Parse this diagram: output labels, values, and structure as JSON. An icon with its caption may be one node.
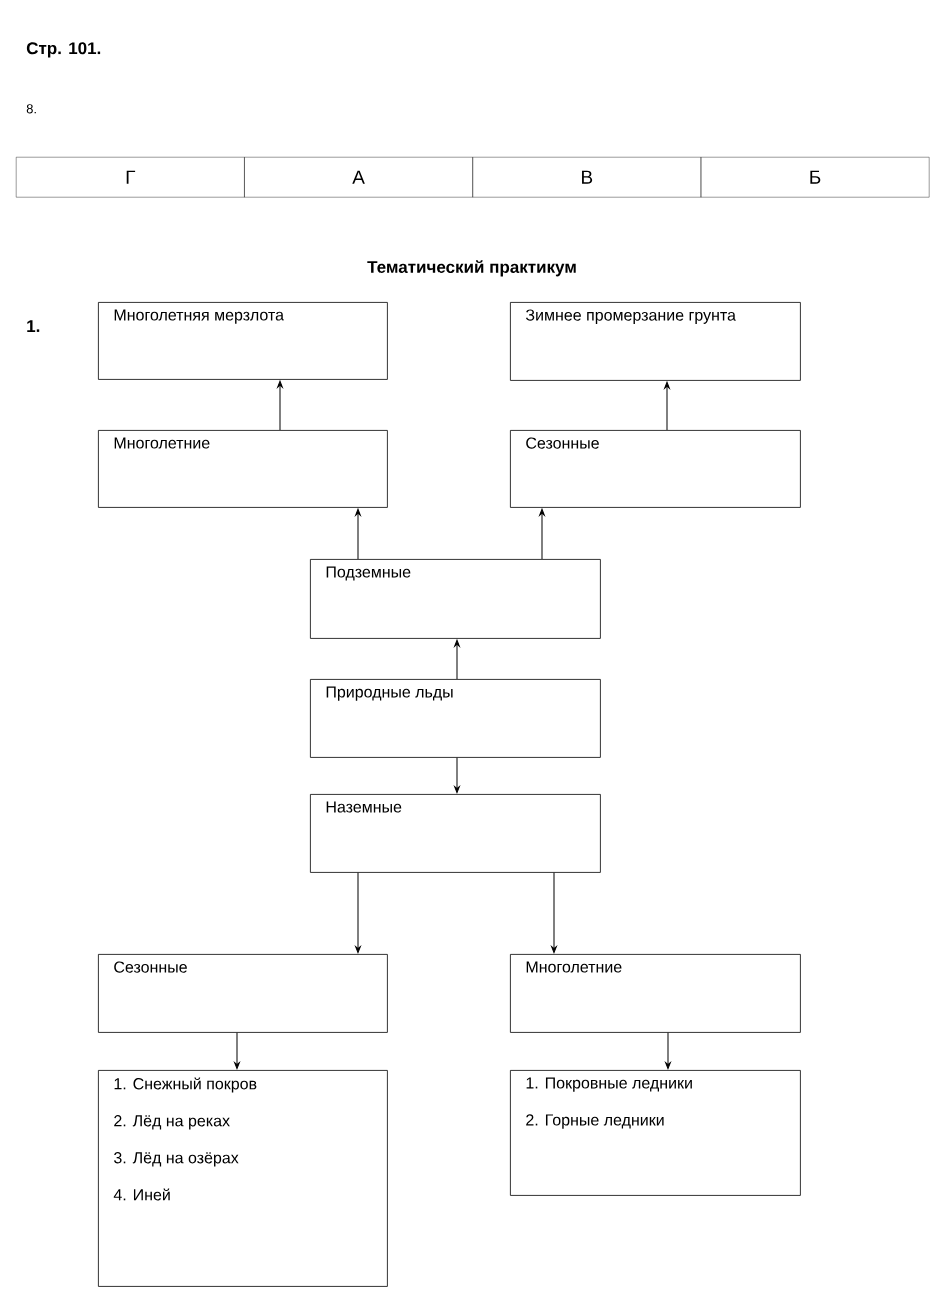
{
  "diagram": {
    "title": "Тематический практикум",
    "nodes": [
      {
        "text": [
          "Многолетняя мерзлота"
        ]
      },
      {
        "text": [
          "Зимнее промерзание грунта"
        ]
      },
      {
        "text": [
          "Многолетние"
        ]
      },
      {
        "text": [
          "Сезонные"
        ]
      },
      {
        "text": [
          "Подземные"
        ]
      },
      {
        "text": [
          "Природные льды"
        ]
      },
      {
        "text": [
          "Наземные"
        ]
      },
      {
        "text": [
          "Сезонные"
        ]
      },
      {
        "text": [
          "Многолетние"
        ]
      },
      {
        "text": [
          "1. Снежный покров",
          "2. Лёд на реках",
          "3. Лёд на озёрах",
          "4. Иней"
        ]
      },
      {
        "text": [
          "1. Покровные ледники",
          "2. Горные ледники"
        ]
      }
    ],
    "edges": [
      {
        "from": 2,
        "to": 0,
        "arrow": "to"
      },
      {
        "from": 3,
        "to": 1,
        "arrow": "to"
      },
      {
        "from": 4,
        "to": 2,
        "arrow": "to"
      },
      {
        "from": 4,
        "to": 3,
        "arrow": "to"
      },
      {
        "from": 5,
        "to": 4,
        "arrow": "to"
      },
      {
        "from": 5,
        "to": 6,
        "arrow": "to"
      },
      {
        "from": 6,
        "to": 7,
        "arrow": "to"
      },
      {
        "from": 6,
        "to": 8,
        "arrow": "to"
      },
      {
        "from": 7,
        "to": 9,
        "arrow": "to"
      },
      {
        "from": 8,
        "to": 10,
        "arrow": "to"
      }
    ],
    "labels": [
      "Стр. 101.",
      "8.",
      "Г",
      "А",
      "В",
      "Б",
      "1."
    ]
  }
}
